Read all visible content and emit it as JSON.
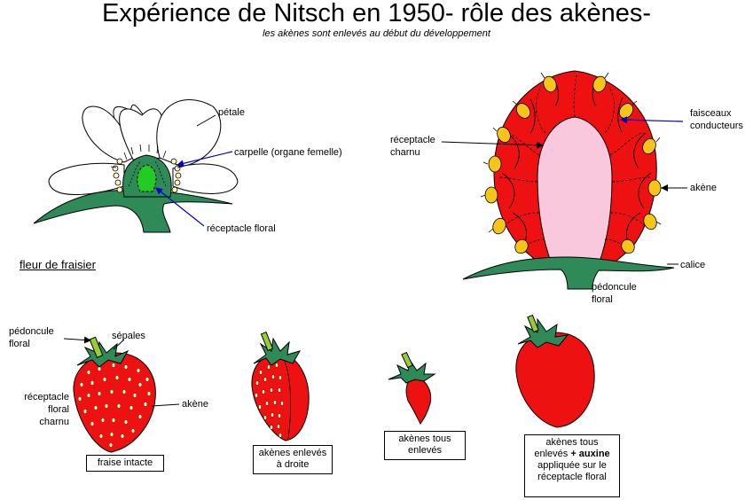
{
  "title": "Expérience de Nitsch en 1950- rôle des akènes-",
  "subtitle": "les akènes sont enlevés au début du développement",
  "labels": {
    "petale": "pétale",
    "carpelle": "carpelle (organe femelle)",
    "receptacle_floral": "réceptacle floral",
    "fleur_fraisier": "fleur de fraisier",
    "receptacle_charnu_1": "réceptacle",
    "receptacle_charnu_2": "charnu",
    "faisceaux_1": "faisceaux",
    "faisceaux_2": "conducteurs",
    "akene_right": "akène",
    "calice": "calice",
    "pedoncule_right_1": "pédoncule",
    "pedoncule_right_2": "floral",
    "pedoncule_left_1": "pédoncule",
    "pedoncule_left_2": "floral",
    "sepales": "sépales",
    "receptacle_left_1": "réceptacle",
    "receptacle_left_2": "floral",
    "receptacle_left_3": "charnu",
    "akene_left": "akène"
  },
  "boxes": {
    "intacte": "fraise intacte",
    "droite_1": "akènes enlevés",
    "droite_2": "à droite",
    "tous_1": "akènes  tous",
    "tous_2": "enlevés",
    "auxine_1": "akènes  tous",
    "auxine_2a": "enlevés ",
    "auxine_2b": " + auxine",
    "auxine_3": "appliquée sur le",
    "auxine_4": "réceptacle floral"
  },
  "colors": {
    "red": "#ee1111",
    "green_leaf": "#2e8b57",
    "light_green": "#22cc22",
    "pink": "#f9c8dc",
    "achene_yellow": "#f5c518",
    "arrow_blue": "#0000cc"
  }
}
